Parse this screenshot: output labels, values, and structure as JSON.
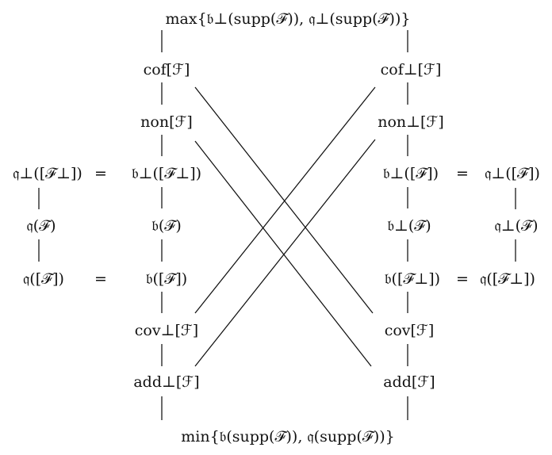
{
  "diagram": {
    "top_label": "max{𝔟⊥(supp(ℱ)), 𝔮⊥(supp(ℱ))}",
    "bottom_label": "min{𝔟(supp(ℱ)), 𝔮(supp(ℱ))}",
    "left_column": {
      "cof": "cof[ℱ]",
      "non": "non[ℱ]",
      "b_perp_perp": "𝔟⊥([ℱ⊥])",
      "b": "𝔟(ℱ)",
      "b_bracket": "𝔟([ℱ])",
      "cov_perp": "cov⊥[ℱ]",
      "add_perp": "add⊥[ℱ]"
    },
    "far_left_column": {
      "q_perp_perp": "𝔮⊥([ℱ⊥])",
      "q": "𝔮(ℱ)",
      "q_bracket": "𝔮([ℱ])"
    },
    "right_column": {
      "cof_perp": "cof⊥[ℱ]",
      "non_perp": "non⊥[ℱ]",
      "b_perp_bracket": "𝔟⊥([ℱ])",
      "b_perp": "𝔟⊥(ℱ)",
      "b_bracket_perp": "𝔟([ℱ⊥])",
      "cov": "cov[ℱ]",
      "add": "add[ℱ]"
    },
    "far_right_column": {
      "q_perp_bracket": "𝔮⊥([ℱ])",
      "q_perp": "𝔮⊥(ℱ)",
      "q_bracket_perp": "𝔮([ℱ⊥])"
    },
    "equals": "="
  }
}
